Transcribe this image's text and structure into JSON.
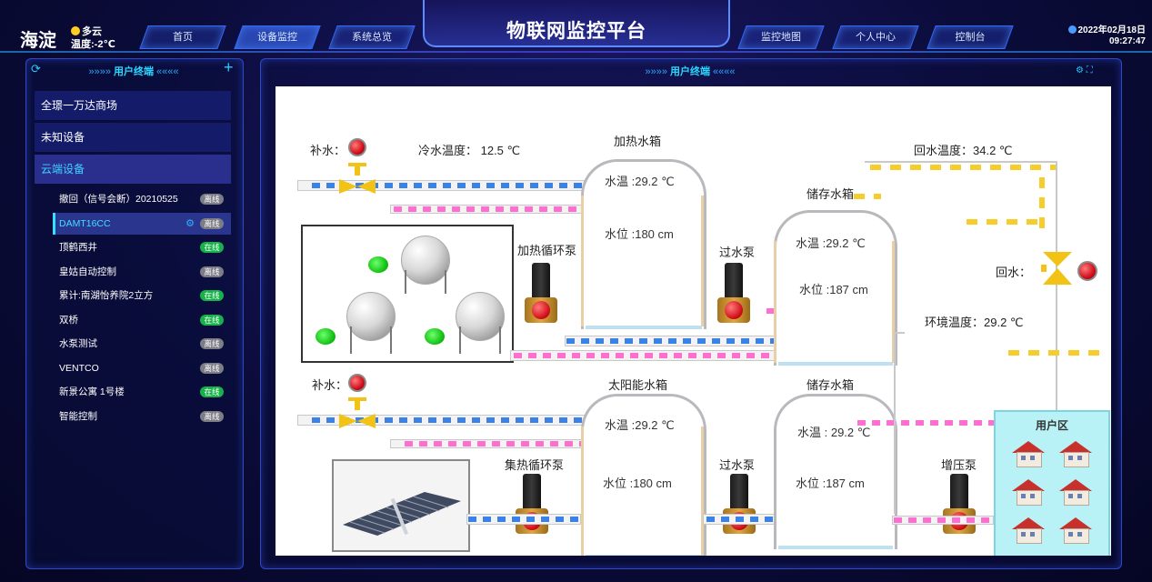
{
  "header": {
    "location": "海淀",
    "weather": "多云",
    "temperature": "温度:-2℃",
    "title": "物联网监控平台",
    "date": "2022年02月18日",
    "time": "09:27:47",
    "nav_left": [
      "首页",
      "设备监控",
      "系统总览"
    ],
    "nav_right": [
      "监控地图",
      "个人中心",
      "控制台"
    ]
  },
  "sidebar": {
    "title": "用户终端",
    "groups": [
      "全璟一万达商场",
      "未知设备",
      "云端设备"
    ],
    "devices": [
      {
        "name": "撤回（信号会断）20210525",
        "status": "离线",
        "online": false
      },
      {
        "name": "DAMT16CC",
        "status": "离线",
        "online": false,
        "selected": true
      },
      {
        "name": "顶鹤西井",
        "status": "在线",
        "online": true
      },
      {
        "name": "皇姑自动控制",
        "status": "离线",
        "online": false
      },
      {
        "name": "累计:南湖怡养院2立方",
        "status": "在线",
        "online": true
      },
      {
        "name": "双桥",
        "status": "在线",
        "online": true
      },
      {
        "name": "水泵测试",
        "status": "离线",
        "online": false
      },
      {
        "name": "VENTCO",
        "status": "离线",
        "online": false
      },
      {
        "name": "新景公寓 1号楼",
        "status": "在线",
        "online": true
      },
      {
        "name": "智能控制",
        "status": "离线",
        "online": false
      }
    ]
  },
  "main": {
    "title": "用户终端"
  },
  "diagram": {
    "top_makeup_label": "补水：",
    "cold_water_temp": "冷水温度： 12.5 ℃",
    "heating_tank_title": "加热水箱",
    "heating_tank_temp": "水温 :29.2 ℃",
    "heating_tank_level": "水位 :180  cm",
    "heating_pump": "加热循环泵",
    "transfer_pump_top": "过水泵",
    "storage_tank_top_title": "储存水箱",
    "storage_tank_top_temp": "水温 :29.2 ℃",
    "storage_tank_top_level": "水位 :187  cm",
    "return_temp": "回水温度：34.2 ℃",
    "return_label": "回水：",
    "env_temp": "环境温度：29.2 ℃",
    "bottom_makeup_label": "补水：",
    "solar_tank_title": "太阳能水箱",
    "solar_tank_temp": "水温 :29.2 ℃",
    "solar_tank_level": "水位 :180 cm",
    "collector_pump": "集热循环泵",
    "transfer_pump_bottom": "过水泵",
    "storage_tank_bottom_title": "储存水箱",
    "storage_tank_bottom_temp": "水温 : 29.2 ℃",
    "storage_tank_bottom_level": "水位 :187  cm",
    "booster_pump": "增压泵",
    "user_zone": "用户区"
  }
}
